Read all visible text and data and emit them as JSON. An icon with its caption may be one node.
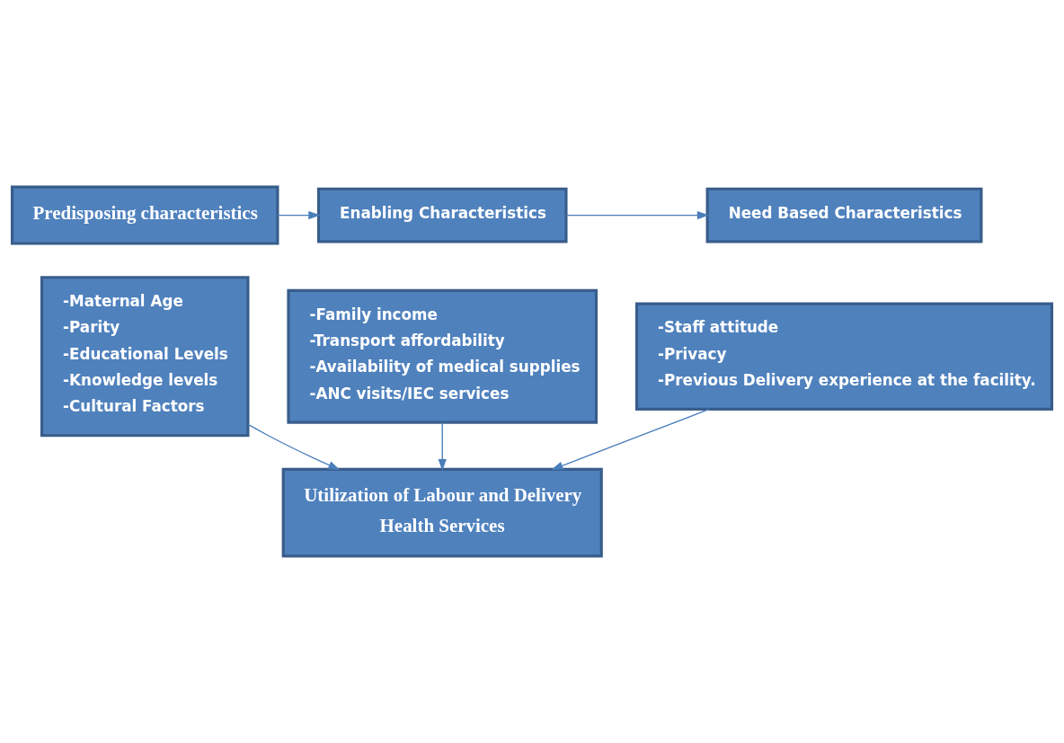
{
  "diagram": {
    "nodes": [
      {
        "text": [
          "Predisposing characteristics"
        ]
      },
      {
        "text": [
          "-Maternal Age",
          "-Parity",
          "-Educational Levels",
          "-Knowledge levels",
          "-Cultural Factors"
        ]
      },
      {
        "text": [
          "Enabling Characteristics"
        ]
      },
      {
        "text": [
          "-Family income",
          "-Transport affordability",
          "-Availability of medical supplies",
          "-ANC visits/IEC services"
        ]
      },
      {
        "text": [
          "Need Based Characteristics"
        ]
      },
      {
        "text": [
          "-Staff attitude",
          "-Privacy",
          "-Previous Delivery experience at the facility."
        ]
      },
      {
        "text": [
          "Utilization of Labour and Delivery",
          "Health Services"
        ]
      }
    ],
    "edges": [
      {
        "from": 0,
        "to": 2,
        "arrow": "to"
      },
      {
        "from": 2,
        "to": 4,
        "arrow": "to"
      },
      {
        "from": 1,
        "to": 6,
        "arrow": "to"
      },
      {
        "from": 3,
        "to": 6,
        "arrow": "to"
      },
      {
        "from": 5,
        "to": 6,
        "arrow": "to"
      }
    ]
  }
}
